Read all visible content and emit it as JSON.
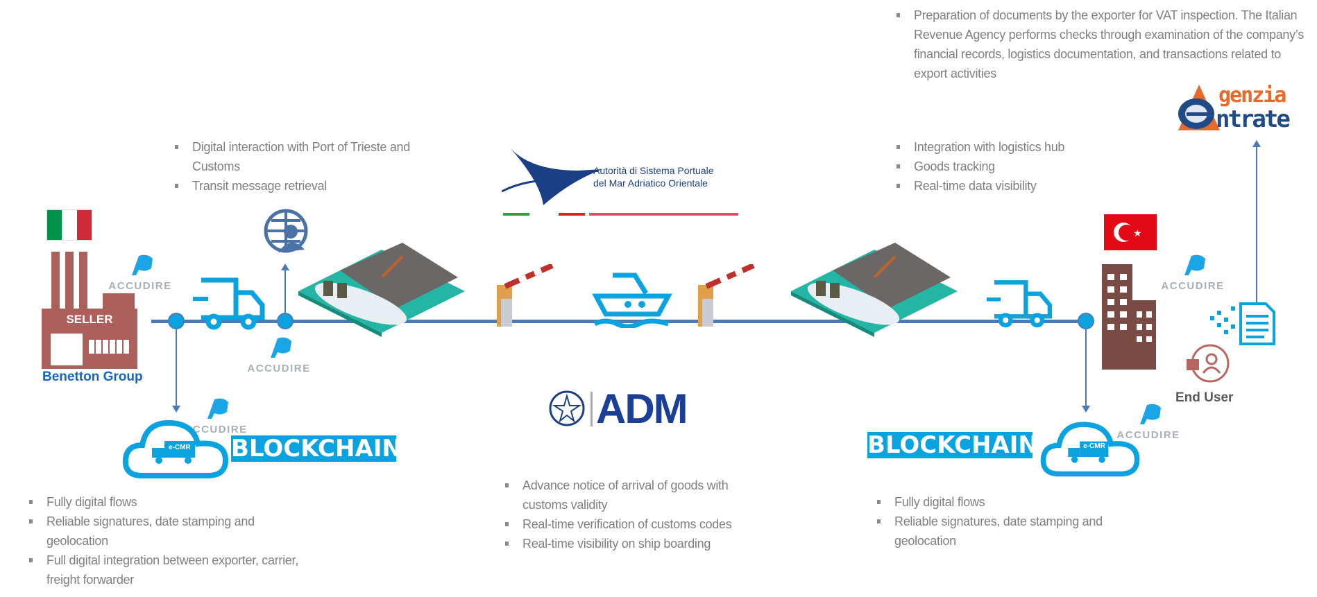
{
  "top_right_bullets": [
    "Preparation of documents by the exporter for VAT inspection. The Italian Revenue Agency performs checks through examination of the company’s financial records, logistics documentation, and transactions related to export activities"
  ],
  "hub_bullets": [
    "Integration with logistics hub",
    "Goods tracking",
    "Real-time data visibility"
  ],
  "port_bullets": [
    "Digital interaction with Port of Trieste and Customs",
    "Transit message retrieval"
  ],
  "left_bottom_bullets": [
    "Fully digital flows",
    "Reliable signatures, date stamping and geolocation",
    "Full digital integration between exporter, carrier, freight forwarder"
  ],
  "middle_bottom_bullets": [
    "Advance notice of arrival of goods with customs validity",
    "Real-time verification of customs codes",
    "Real-time visibility on ship boarding"
  ],
  "right_bottom_bullets": [
    "Fully digital flows",
    "Reliable signatures, date stamping and geolocation"
  ],
  "agenzia_logo": {
    "line1": "genzia",
    "line2": "ntrate"
  },
  "port_authority": {
    "line1": "Autorità di Sistema Portuale",
    "line2": "del Mar Adriatico Orientale"
  },
  "seller": {
    "label": "SELLER",
    "company": "Benetton Group"
  },
  "accudire_label": "ACCUDIRE",
  "blockchain_label": "BLOCKCHAIN",
  "ecmr_label": "e-CMR",
  "adm_label": "ADM",
  "end_user_label": "End User",
  "colors": {
    "line": "#4a7ab8",
    "accent": "#0aa3e0",
    "factory": "#ad5f5c",
    "building": "#7a4a44",
    "text": "#7f7f7f",
    "company": "#1565c0"
  }
}
